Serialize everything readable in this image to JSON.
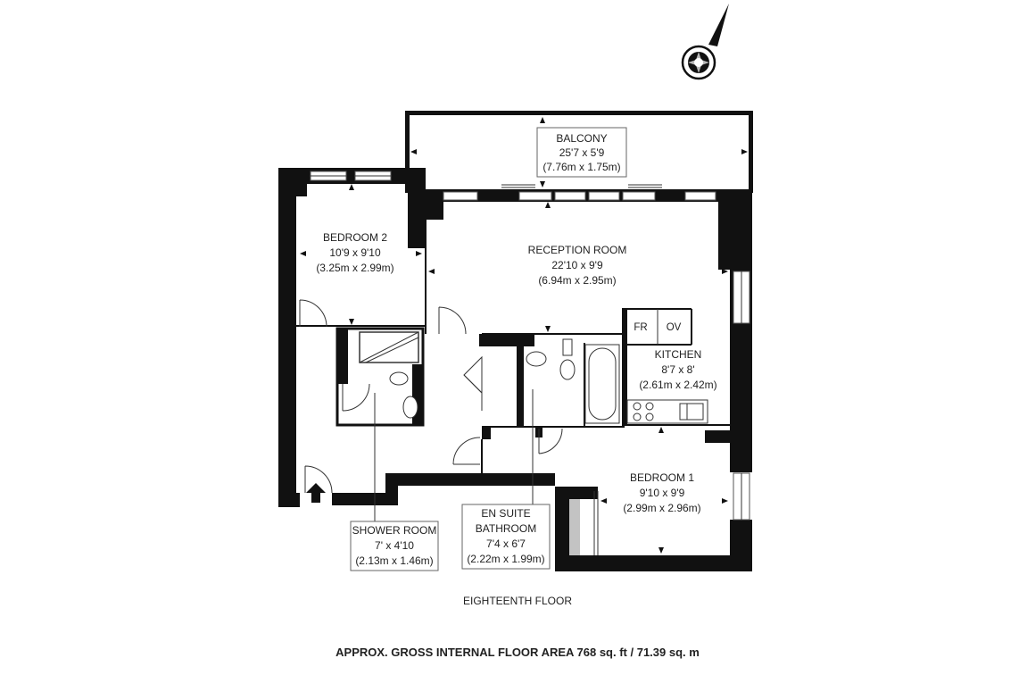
{
  "rooms": {
    "balcony": {
      "name": "BALCONY",
      "size_imperial": "25'7 x 5'9",
      "size_metric": "(7.76m x 1.75m)"
    },
    "bedroom2": {
      "name": "BEDROOM 2",
      "size_imperial": "10'9 x 9'10",
      "size_metric": "(3.25m x 2.99m)"
    },
    "reception": {
      "name": "RECEPTION ROOM",
      "size_imperial": "22'10 x 9'9",
      "size_metric": "(6.94m x 2.95m)"
    },
    "kitchen": {
      "name": "KITCHEN",
      "size_imperial": "8'7 x 8'",
      "size_metric": "(2.61m x 2.42m)"
    },
    "bedroom1": {
      "name": "BEDROOM 1",
      "size_imperial": "9'10 x 9'9",
      "size_metric": "(2.99m x 2.96m)"
    },
    "shower": {
      "name": "SHOWER ROOM",
      "size_imperial": "7' x 4'10",
      "size_metric": "(2.13m x 1.46m)"
    },
    "ensuite": {
      "name_line1": "EN SUITE",
      "name_line2": "BATHROOM",
      "size_imperial": "7'4 x 6'7",
      "size_metric": "(2.22m x 1.99m)"
    }
  },
  "fixtures": {
    "fridge": "FR",
    "oven": "OV"
  },
  "floor_label": "EIGHTEENTH FLOOR",
  "area_label": "APPROX. GROSS INTERNAL FLOOR AREA 768 sq. ft / 71.39 sq. m",
  "icons": [
    "compass-icon",
    "entrance-arrow-icon"
  ]
}
